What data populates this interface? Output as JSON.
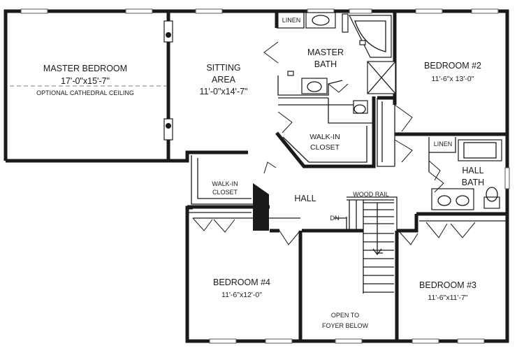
{
  "rooms": {
    "master_bedroom": {
      "name": "MASTER BEDROOM",
      "dims": "17'-0\"x15'-7\"",
      "note": "OPTIONAL CATHEDRAL CEILING"
    },
    "sitting_area": {
      "name_line1": "SITTING",
      "name_line2": "AREA",
      "dims": "11'-0\"x14'-7\""
    },
    "linen_top": {
      "name": "LINEN"
    },
    "master_bath": {
      "name_line1": "MASTER",
      "name_line2": "BATH"
    },
    "walkin_closet_master": {
      "name_line1": "WALK-IN",
      "name_line2": "CLOSET"
    },
    "bedroom2": {
      "name": "BEDROOM #2",
      "dims": "11'-6\"x 13'-0\""
    },
    "linen_hall": {
      "name": "LINEN"
    },
    "hall_bath": {
      "name_line1": "HALL",
      "name_line2": "BATH"
    },
    "walkin_closet_hall": {
      "name_line1": "WALK-IN",
      "name_line2": "CLOSET"
    },
    "hall": {
      "name": "HALL"
    },
    "wood_rail": {
      "name": "WOOD RAIL"
    },
    "stair_dn": {
      "name": "DN"
    },
    "bedroom4": {
      "name": "BEDROOM #4",
      "dims": "11'-6\"x12'-0\""
    },
    "open_to_foyer": {
      "line1": "OPEN TO",
      "line2": "FOYER BELOW"
    },
    "bedroom3": {
      "name": "BEDROOM #3",
      "dims": "11'-6\"x11'-7\""
    }
  }
}
